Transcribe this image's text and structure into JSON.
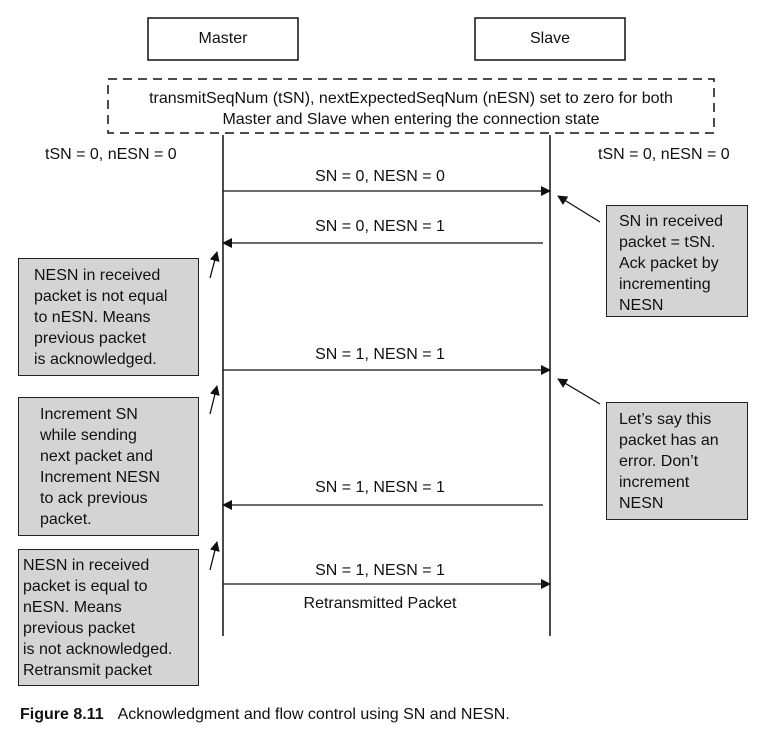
{
  "participants": {
    "master": "Master",
    "slave": "Slave"
  },
  "banner": {
    "line1": "transmitSeqNum (tSN), nextExpectedSeqNum (nESN) set to zero for both",
    "line2": "Master and Slave when entering the connection state"
  },
  "initial_state": {
    "master": "tSN = 0, nESN = 0",
    "slave": "tSN = 0, nESN = 0"
  },
  "messages": [
    {
      "label": "SN = 0, NESN = 0",
      "direction": "master-to-slave"
    },
    {
      "label": "SN = 0, NESN = 1",
      "direction": "slave-to-master"
    },
    {
      "label": "SN = 1, NESN = 1",
      "direction": "master-to-slave"
    },
    {
      "label": "SN = 1, NESN = 1",
      "direction": "slave-to-master"
    },
    {
      "label": "SN = 1, NESN = 1",
      "direction": "master-to-slave",
      "sublabel": "Retransmitted Packet"
    }
  ],
  "notes": {
    "left": [
      {
        "lines": [
          "NESN in received",
          "packet is not equal",
          "to nESN. Means",
          "previous packet",
          "is acknowledged."
        ]
      },
      {
        "lines": [
          "Increment SN",
          "while sending",
          "next packet and",
          "Increment NESN",
          "to ack previous",
          "packet."
        ]
      },
      {
        "lines": [
          "NESN in received",
          "packet is equal to",
          "nESN. Means",
          "previous packet",
          "is not acknowledged.",
          "Retransmit packet"
        ]
      }
    ],
    "right": [
      {
        "lines": [
          "SN in received",
          "packet = tSN.",
          "Ack packet by",
          "incrementing",
          "NESN"
        ]
      },
      {
        "lines": [
          "Let’s say this",
          "packet has an",
          "error. Don’t",
          "increment",
          "NESN"
        ]
      }
    ]
  },
  "caption": {
    "figure": "Figure 8.11",
    "text": "Acknowledgment and flow control using SN and NESN."
  },
  "colors": {
    "note_fill": "#d4d4d4",
    "line": "#111111"
  }
}
